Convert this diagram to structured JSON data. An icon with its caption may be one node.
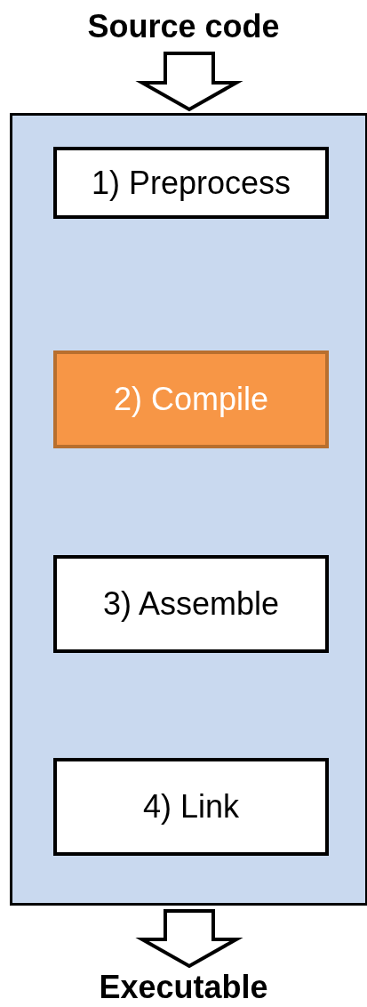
{
  "diagram": {
    "nodes": [
      {
        "text": [
          "Source code"
        ]
      },
      {
        "text": [],
        "shape": "box"
      },
      {
        "text": [
          "1) Preprocess"
        ],
        "in": 1
      },
      {
        "text": [
          "2) Compile"
        ],
        "in": 1
      },
      {
        "text": [
          "3) Assemble"
        ],
        "in": 1
      },
      {
        "text": [
          "4) Link"
        ],
        "in": 1
      },
      {
        "text": [
          "Executable"
        ]
      }
    ],
    "edges": [
      {
        "from": 0,
        "to": 1,
        "arrow": "to"
      },
      {
        "from": 1,
        "to": 6,
        "arrow": "to"
      }
    ]
  }
}
